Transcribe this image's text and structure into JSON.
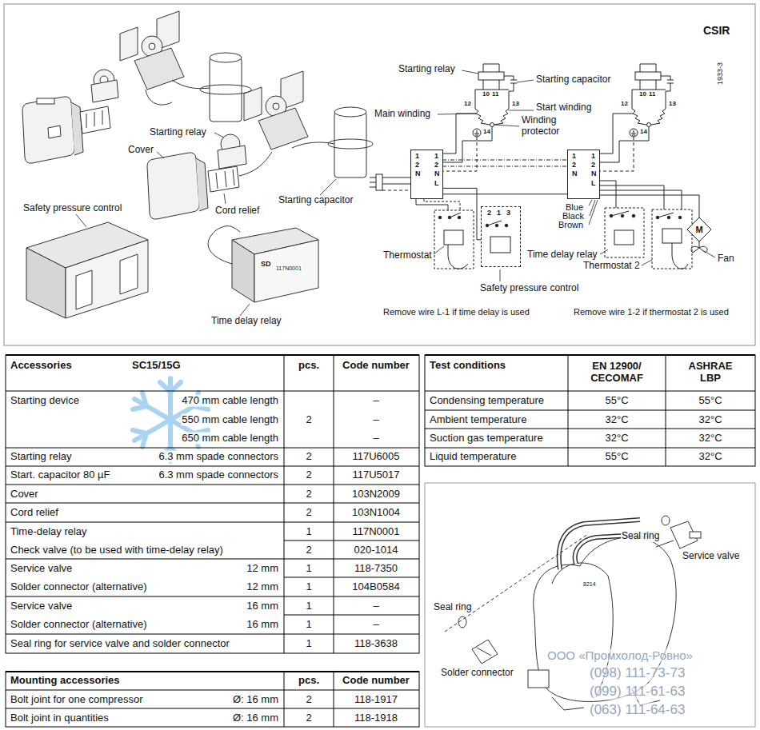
{
  "diagram": {
    "nodes": [
      {
        "text": [
          "1",
          "2",
          "N",
          "1",
          "2",
          "N",
          "L"
        ]
      },
      {
        "text": [
          "1",
          "2",
          "N",
          "1",
          "2",
          "N",
          "L"
        ]
      },
      {
        "text": [
          "2",
          "1",
          "3"
        ]
      }
    ],
    "edges": [
      {
        "from": 0,
        "to": 1,
        "arrow": "none"
      },
      {
        "from": 0,
        "to": 2,
        "arrow": "none"
      }
    ],
    "labels": [
      "CSIR",
      "Starting relay",
      "Cover",
      "Starting capacitor",
      "Cord relief",
      "Safety pressure control",
      "SD",
      "117N0001",
      "Time delay relay",
      "Starting relay",
      "Starting capacitor",
      "Main winding",
      "Start winding",
      "Winding protector",
      "10",
      "11",
      "12",
      "13",
      "14",
      "10",
      "11",
      "12",
      "13",
      "14",
      "1933-3",
      "Thermostat",
      "Safety pressure control",
      "Blue",
      "Black",
      "Brown",
      "Time delay relay",
      "Thermostat 2",
      "Fan",
      "M",
      "Remove wire L-1 if time delay is used",
      "Remove wire 1-2 if thermostat 2 is used",
      "Accessories",
      "SC15/15G",
      "pcs.",
      "Code number",
      "Starting device",
      "470 mm cable length",
      "550 mm cable length",
      "650 mm cable length",
      "2",
      "–",
      "–",
      "–",
      "Starting relay",
      "6.3 mm spade connectors",
      "2",
      "117U6005",
      "Start. capacitor 80 µF",
      "6.3 mm spade connectors",
      "2",
      "117U5017",
      "Cover",
      "2",
      "103N2009",
      "Cord relief",
      "2",
      "103N1004",
      "Time-delay relay",
      "1",
      "117N0001",
      "Check valve (to be used with time-delay relay)",
      "2",
      "020-1014",
      "Service valve",
      "12 mm",
      "1",
      "118-7350",
      "Solder connector (alternative)",
      "12 mm",
      "1",
      "104B0584",
      "Service valve",
      "16 mm",
      "1",
      "–",
      "Solder connector (alternative)",
      "16 mm",
      "1",
      "–",
      "Seal ring for service valve and solder connector",
      "1",
      "118-3638",
      "Mounting accessories",
      "pcs.",
      "Code number",
      "Bolt joint for one compressor",
      "Ø: 16 mm",
      "2",
      "118-1917",
      "Bolt joint in quantities",
      "Ø: 16 mm",
      "2",
      "118-1918",
      "Test conditions",
      "EN 12900/ CECOMAF",
      "ASHRAE LBP",
      "Condensing temperature",
      "55°C",
      "55°C",
      "Ambient temperature",
      "32°C",
      "32°C",
      "Suction gas temperature",
      "32°C",
      "32°C",
      "Liquid temperature",
      "55°C",
      "32°C",
      "Seal ring",
      "Service valve",
      "Seal ring",
      "Solder connector",
      "8214",
      "ООО «Промхолод-Ровно»",
      "(098) 111-73-73",
      "(099) 111-61-63",
      "(063) 111-64-63"
    ]
  }
}
